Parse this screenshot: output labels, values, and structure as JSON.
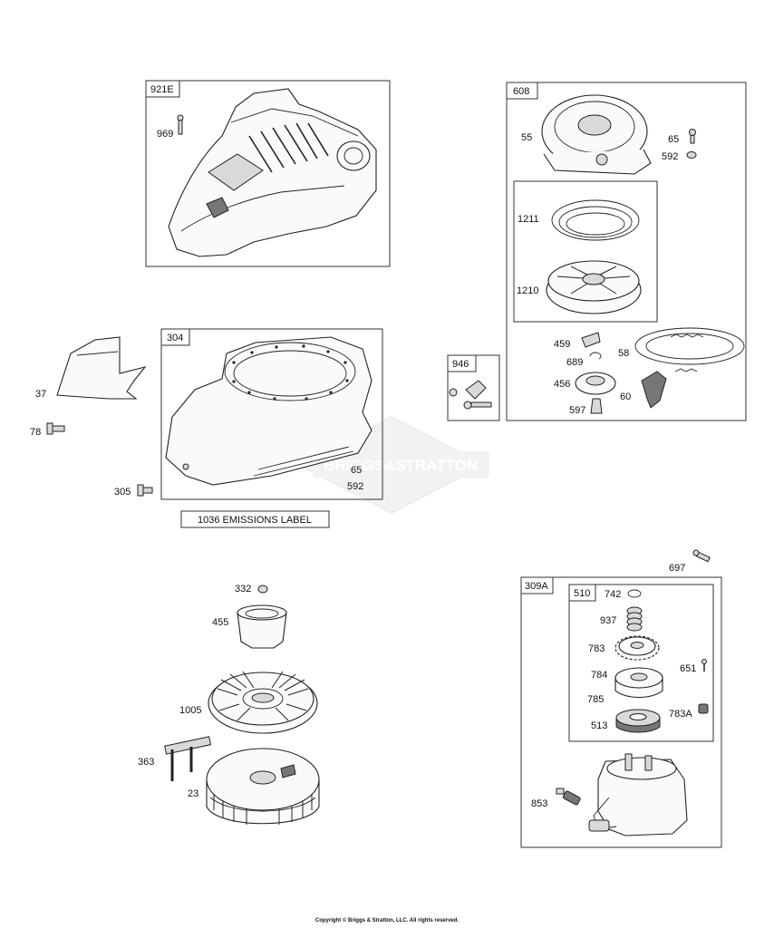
{
  "group_boxes": {
    "g921e": "921E",
    "g304": "304",
    "g608": "608",
    "g946": "946",
    "g309a": "309A",
    "g510": "510"
  },
  "callouts": {
    "c969": "969",
    "c37": "37",
    "c78": "78",
    "c305": "305",
    "c65a": "65",
    "c592a": "592",
    "c55": "55",
    "c65b": "65",
    "c592b": "592",
    "c1211": "1211",
    "c1210": "1210",
    "c459": "459",
    "c58": "58",
    "c689": "689",
    "c456": "456",
    "c60": "60",
    "c597": "597",
    "c697": "697",
    "c332": "332",
    "c455": "455",
    "c1005": "1005",
    "c363": "363",
    "c23": "23",
    "c742": "742",
    "c937": "937",
    "c783": "783",
    "c784": "784",
    "c651": "651",
    "c785": "785",
    "c783a": "783A",
    "c513": "513",
    "c853": "853"
  },
  "emissions_label": "1036 EMISSIONS LABEL",
  "watermark": "BRIGGS&STRATTON",
  "copyright": "Copyright © Briggs & Stratton, LLC. All rights reserved."
}
